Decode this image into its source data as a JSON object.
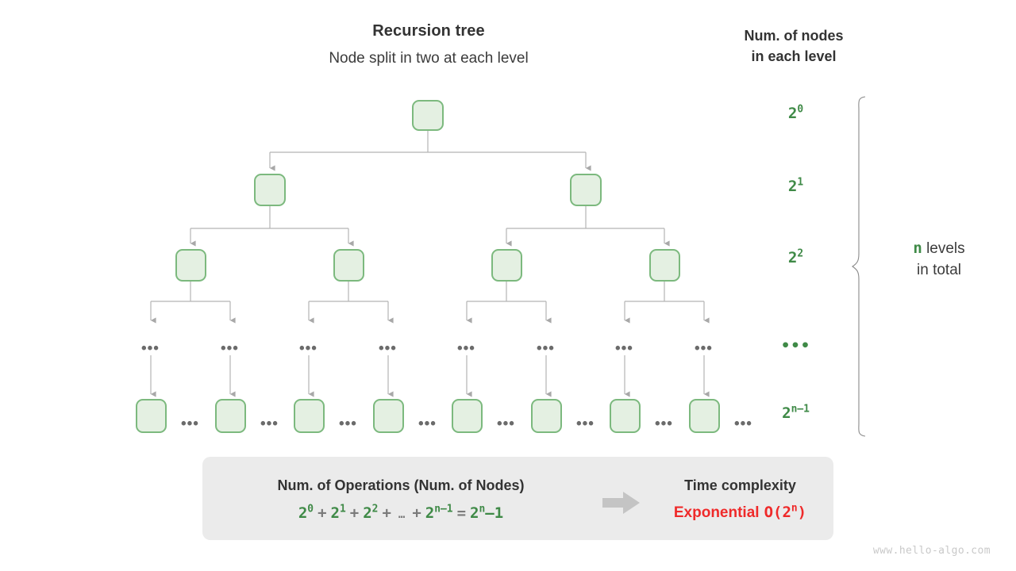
{
  "tree": {
    "title": "Recursion tree",
    "subtitle": "Node split in two at each level",
    "ellipsis": "•••"
  },
  "counts": {
    "title_line1": "Num. of nodes",
    "title_line2": "in each level",
    "levels": [
      {
        "base": "2",
        "exp": "0"
      },
      {
        "base": "2",
        "exp": "1"
      },
      {
        "base": "2",
        "exp": "2"
      },
      {
        "base": "•••",
        "exp": ""
      },
      {
        "base": "2",
        "exp": "n–1"
      }
    ]
  },
  "levels_note": {
    "n": "n",
    "word": " levels",
    "line2": "in total"
  },
  "summary": {
    "ops_label": "Num. of Operations (Num. of Nodes)",
    "formula": {
      "t0": {
        "base": "2",
        "exp": "0"
      },
      "plus1": "+",
      "t1": {
        "base": "2",
        "exp": "1"
      },
      "plus2": "+",
      "t2": {
        "base": "2",
        "exp": "2"
      },
      "plus3": "+",
      "dots": "…",
      "plus4": "+",
      "t3": {
        "base": "2",
        "exp": "n–1"
      },
      "equals": "=",
      "result": {
        "base": "2",
        "exp": "n",
        "suffix": "–1"
      }
    },
    "time_complexity_label": "Time complexity",
    "complexity_name": "Exponential",
    "complexity_big_o": {
      "prefix": "O(2",
      "exp": "n",
      "suffix": ")"
    }
  },
  "watermark": "www.hello-algo.com",
  "colors": {
    "node_fill": "#e4f0e2",
    "node_border": "#7cb97e",
    "green_text": "#3f8a47",
    "red_text": "#ef2a2a",
    "connector": "#a8a8a8",
    "panel_bg": "#ebebeb"
  }
}
